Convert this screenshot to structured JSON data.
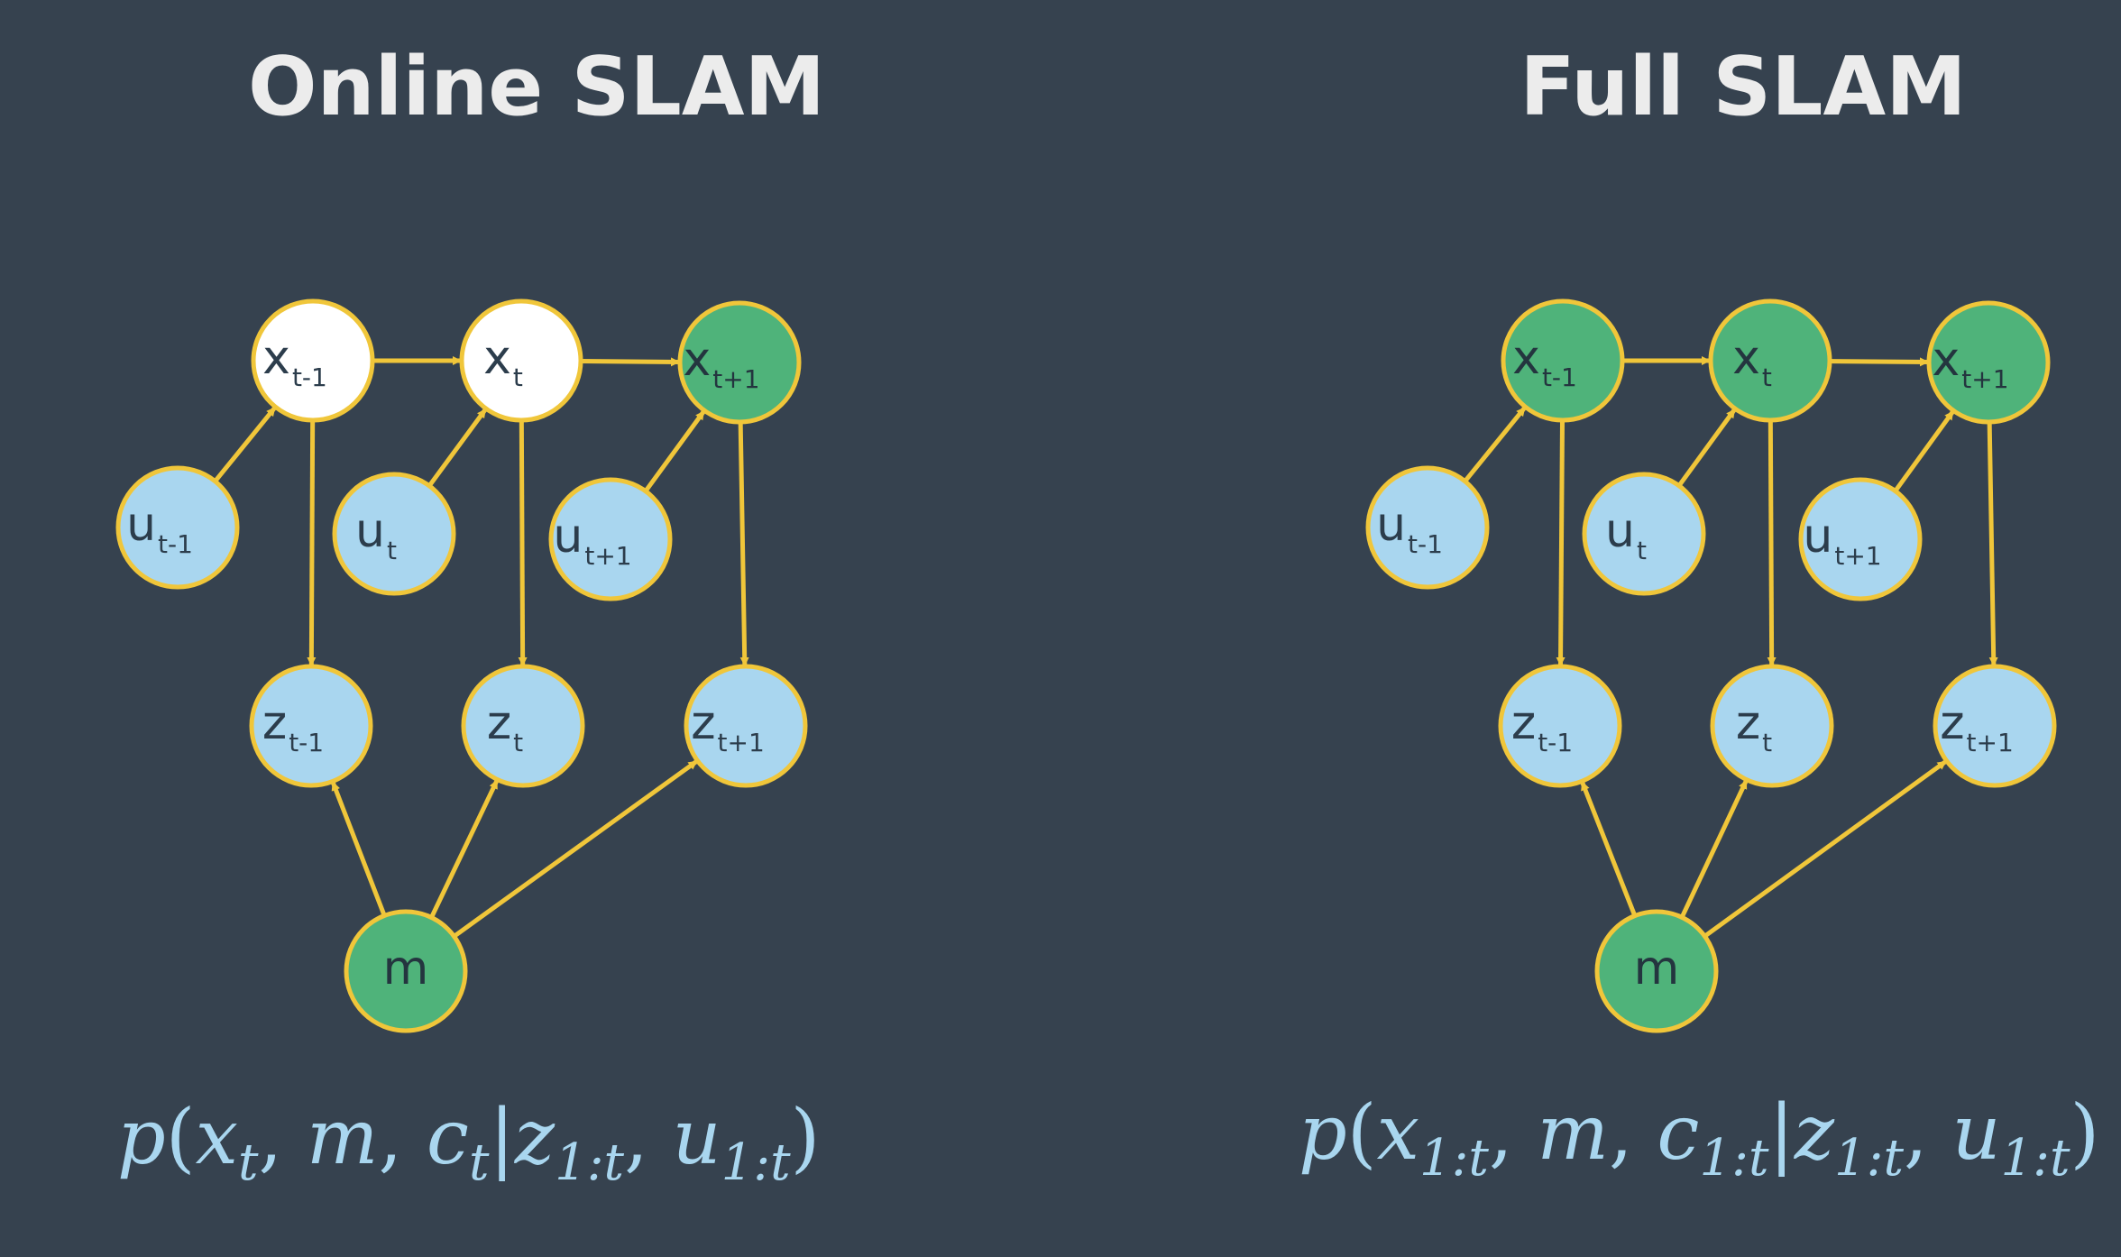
{
  "colors": {
    "background": "#36424f",
    "edge": "#f0c63a",
    "observed_fill": "#a9d6ef",
    "estimated_fill": "#4fb37a",
    "unestimated_fill": "#ffffff",
    "title": "#ececec",
    "formula": "#a9d6ef"
  },
  "panels": [
    {
      "id": "online",
      "title": "Online SLAM",
      "nodes": [
        {
          "id": "x_tm1",
          "base": "x",
          "sub": "t-1",
          "state": "unestimated"
        },
        {
          "id": "x_t",
          "base": "x",
          "sub": "t",
          "state": "unestimated"
        },
        {
          "id": "x_tp1",
          "base": "x",
          "sub": "t+1",
          "state": "estimated"
        },
        {
          "id": "u_tm1",
          "base": "u",
          "sub": "t-1",
          "state": "observed"
        },
        {
          "id": "u_t",
          "base": "u",
          "sub": "t",
          "state": "observed"
        },
        {
          "id": "u_tp1",
          "base": "u",
          "sub": "t+1",
          "state": "observed"
        },
        {
          "id": "z_tm1",
          "base": "z",
          "sub": "t-1",
          "state": "observed"
        },
        {
          "id": "z_t",
          "base": "z",
          "sub": "t",
          "state": "observed"
        },
        {
          "id": "z_tp1",
          "base": "z",
          "sub": "t+1",
          "state": "observed"
        },
        {
          "id": "m",
          "base": "m",
          "sub": "",
          "state": "estimated"
        }
      ],
      "formula": {
        "p": "p",
        "open": "(",
        "x": "x",
        "x_sub": "t",
        "comma1": ", ",
        "m": "m",
        "comma2": ", ",
        "c": "c",
        "c_sub": "t",
        "bar": "|",
        "z": "z",
        "z_sub": "1:t",
        "comma3": ", ",
        "u": "u",
        "u_sub": "1:t",
        "close": ")"
      }
    },
    {
      "id": "full",
      "title": "Full SLAM",
      "nodes": [
        {
          "id": "x_tm1",
          "base": "x",
          "sub": "t-1",
          "state": "estimated"
        },
        {
          "id": "x_t",
          "base": "x",
          "sub": "t",
          "state": "estimated"
        },
        {
          "id": "x_tp1",
          "base": "x",
          "sub": "t+1",
          "state": "estimated"
        },
        {
          "id": "u_tm1",
          "base": "u",
          "sub": "t-1",
          "state": "observed"
        },
        {
          "id": "u_t",
          "base": "u",
          "sub": "t",
          "state": "observed"
        },
        {
          "id": "u_tp1",
          "base": "u",
          "sub": "t+1",
          "state": "observed"
        },
        {
          "id": "z_tm1",
          "base": "z",
          "sub": "t-1",
          "state": "observed"
        },
        {
          "id": "z_t",
          "base": "z",
          "sub": "t",
          "state": "observed"
        },
        {
          "id": "z_tp1",
          "base": "z",
          "sub": "t+1",
          "state": "observed"
        },
        {
          "id": "m",
          "base": "m",
          "sub": "",
          "state": "estimated"
        }
      ],
      "formula": {
        "p": "p",
        "open": "(",
        "x": "x",
        "x_sub": "1:t",
        "comma1": ", ",
        "m": "m",
        "comma2": ", ",
        "c": "c",
        "c_sub": "1:t",
        "bar": "|",
        "z": "z",
        "z_sub": "1:t",
        "comma3": ", ",
        "u": "u",
        "u_sub": "1:t",
        "close": ")"
      }
    }
  ],
  "edges": [
    {
      "from": "x_tm1",
      "to": "x_t"
    },
    {
      "from": "x_t",
      "to": "x_tp1"
    },
    {
      "from": "u_tm1",
      "to": "x_tm1"
    },
    {
      "from": "u_t",
      "to": "x_t"
    },
    {
      "from": "u_tp1",
      "to": "x_tp1"
    },
    {
      "from": "x_tm1",
      "to": "z_tm1"
    },
    {
      "from": "x_t",
      "to": "z_t"
    },
    {
      "from": "x_tp1",
      "to": "z_tp1"
    },
    {
      "from": "m",
      "to": "z_tm1"
    },
    {
      "from": "m",
      "to": "z_t"
    },
    {
      "from": "m",
      "to": "z_tp1"
    }
  ]
}
